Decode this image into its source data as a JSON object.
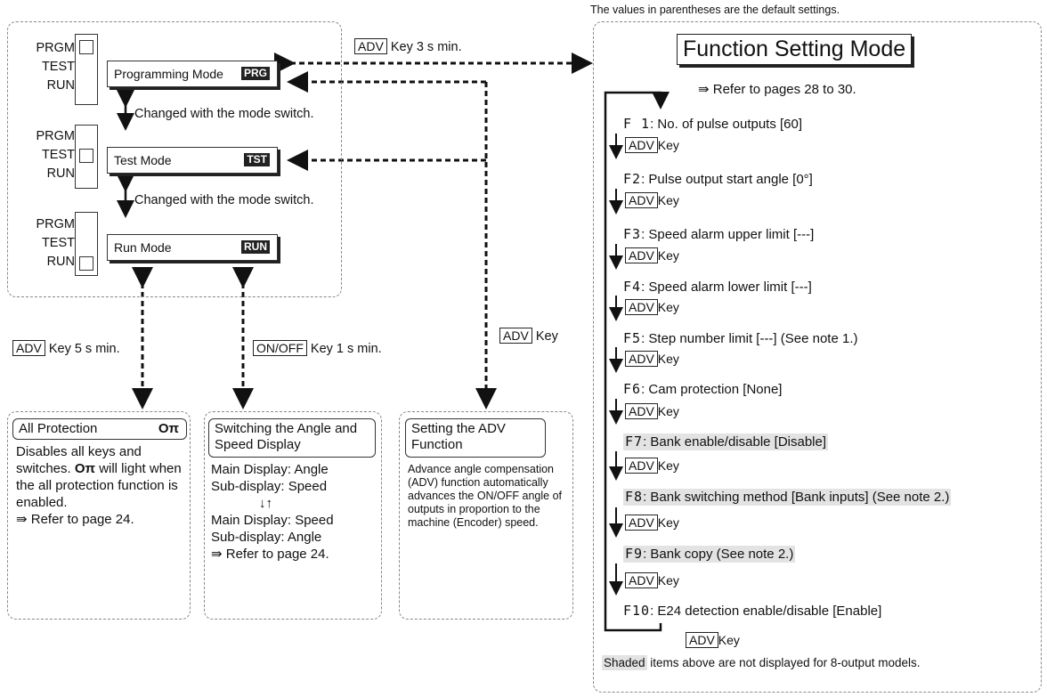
{
  "header_note": "The values in parentheses are the default settings.",
  "switch_labels": [
    "PRGM",
    "TEST",
    "RUN"
  ],
  "modes": [
    {
      "name": "Programming Mode",
      "badge": "PRG"
    },
    {
      "name": "Test Mode",
      "badge": "TST"
    },
    {
      "name": "Run Mode",
      "badge": "RUN"
    }
  ],
  "mode_change_text": "Changed with the mode switch.",
  "keys": {
    "adv": "ADV",
    "onoff": "ON/OFF",
    "adv_3s_suffix": "Key 3 s min.",
    "adv_5s_suffix": "Key 5 s min.",
    "onoff_1s_suffix": "Key 1 s min.",
    "key_word": "Key"
  },
  "function_mode": {
    "title": "Function Setting Mode",
    "ref": "⇛ Refer to pages 28 to 30.",
    "items": [
      {
        "code": "F 1",
        "text": ": No. of pulse outputs [60]",
        "shaded": false
      },
      {
        "code": "F2",
        "text": ": Pulse output start angle [0°]",
        "shaded": false
      },
      {
        "code": "F3",
        "text": ": Speed alarm upper limit [---]",
        "shaded": false
      },
      {
        "code": "F4",
        "text": ": Speed alarm lower limit [---]",
        "shaded": false
      },
      {
        "code": "F5",
        "text": ": Step number limit [---] (See note 1.)",
        "shaded": false
      },
      {
        "code": "F6",
        "text": ": Cam protection [None]",
        "shaded": false
      },
      {
        "code": "F7",
        "text": ": Bank enable/disable [Disable]",
        "shaded": true
      },
      {
        "code": "F8",
        "text": ": Bank switching method [Bank inputs] (See note 2.)",
        "shaded": true
      },
      {
        "code": "F9",
        "text": ": Bank copy (See note 2.)",
        "shaded": true
      },
      {
        "code": "F10",
        "text": ": E24 detection enable/disable [Enable]",
        "shaded": false
      }
    ],
    "footnote_shaded": "Shaded",
    "footnote_rest": " items above are not displayed for 8-output models."
  },
  "all_protection": {
    "title": "All Protection",
    "icon_text": "Oπ",
    "body1": "Disables all keys and switches.",
    "body2": "will light when the all protection function is enabled.",
    "ref": "⇛ Refer to page 24."
  },
  "switch_display": {
    "title": "Switching the Angle and Speed Display",
    "line1": "Main Display: Angle",
    "line2": "Sub-display: Speed",
    "arrows": "↓↑",
    "line3": "Main Display: Speed",
    "line4": "Sub-display: Angle",
    "ref": "⇛ Refer to page 24."
  },
  "adv_function": {
    "title": "Setting the ADV Function",
    "body": "Advance angle compensation (ADV) function automatically advances the ON/OFF angle of outputs in proportion to the machine (Encoder) speed."
  }
}
